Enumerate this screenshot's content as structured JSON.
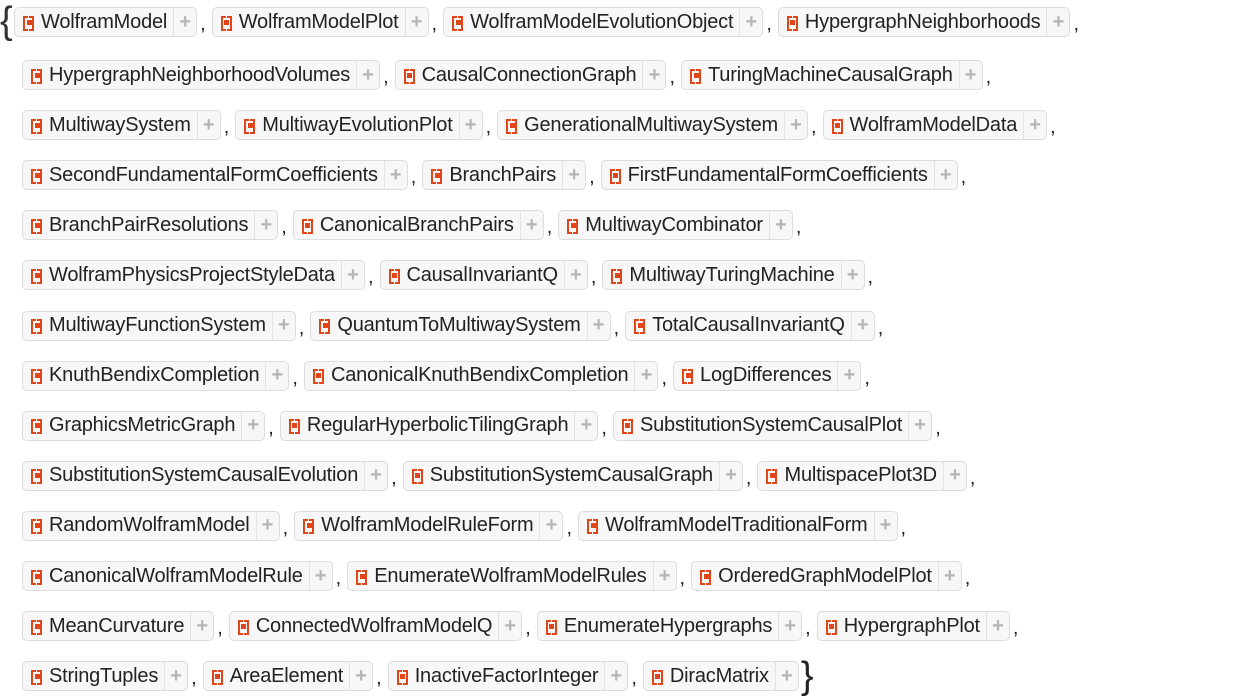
{
  "brace_open": "{",
  "brace_close": "}",
  "separator": ",",
  "expand_icon": "+",
  "lines": [
    [
      "WolframModel",
      "WolframModelPlot",
      "WolframModelEvolutionObject",
      "HypergraphNeighborhoods"
    ],
    [
      "HypergraphNeighborhoodVolumes",
      "CausalConnectionGraph",
      "TuringMachineCausalGraph"
    ],
    [
      "MultiwaySystem",
      "MultiwayEvolutionPlot",
      "GenerationalMultiwaySystem",
      "WolframModelData"
    ],
    [
      "SecondFundamentalFormCoefficients",
      "BranchPairs",
      "FirstFundamentalFormCoefficients"
    ],
    [
      "BranchPairResolutions",
      "CanonicalBranchPairs",
      "MultiwayCombinator"
    ],
    [
      "WolframPhysicsProjectStyleData",
      "CausalInvariantQ",
      "MultiwayTuringMachine"
    ],
    [
      "MultiwayFunctionSystem",
      "QuantumToMultiwaySystem",
      "TotalCausalInvariantQ"
    ],
    [
      "KnuthBendixCompletion",
      "CanonicalKnuthBendixCompletion",
      "LogDifferences"
    ],
    [
      "GraphicsMetricGraph",
      "RegularHyperbolicTilingGraph",
      "SubstitutionSystemCausalPlot"
    ],
    [
      "SubstitutionSystemCausalEvolution",
      "SubstitutionSystemCausalGraph",
      "MultispacePlot3D"
    ],
    [
      "RandomWolframModel",
      "WolframModelRuleForm",
      "WolframModelTraditionalForm"
    ],
    [
      "CanonicalWolframModelRule",
      "EnumerateWolframModelRules",
      "OrderedGraphModelPlot"
    ],
    [
      "MeanCurvature",
      "ConnectedWolframModelQ",
      "EnumerateHypergraphs",
      "HypergraphPlot"
    ],
    [
      "StringTuples",
      "AreaElement",
      "InactiveFactorInteger",
      "DiracMatrix"
    ]
  ]
}
